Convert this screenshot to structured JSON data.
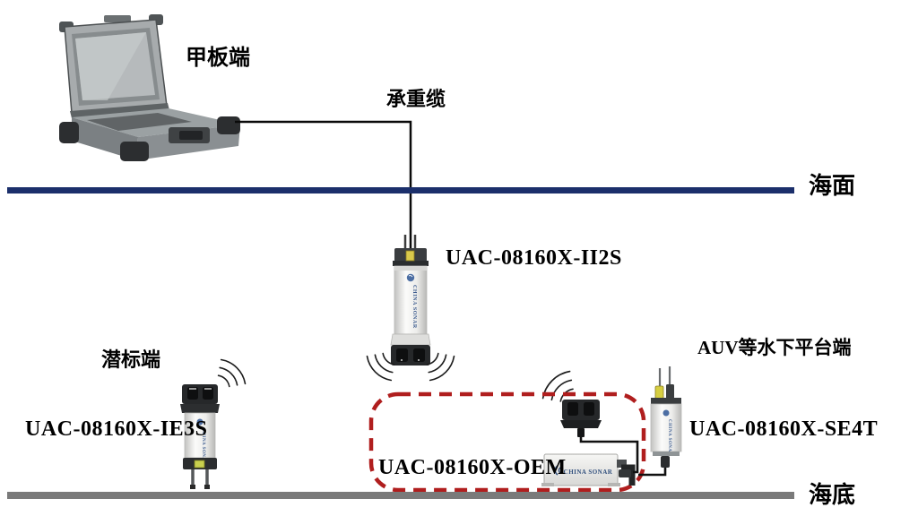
{
  "diagram": {
    "labels": {
      "deck_end": "甲板端",
      "load_bearing_cable": "承重缆",
      "sea_surface": "海面",
      "seabed": "海底",
      "buoy_end": "潜标端",
      "auv_platform_end": "AUV等水下平台端"
    },
    "devices": {
      "surface_modem": {
        "model": "UAC-08160X-II2S",
        "brand": "CHINA SONAR"
      },
      "buoy_modem": {
        "model": "UAC-08160X-IE3S",
        "brand": "CHINA SONAR"
      },
      "auv_modem": {
        "model": "UAC-08160X-SE4T",
        "brand": "CHINA SONAR"
      },
      "oem_module": {
        "model": "UAC-08160X-OEM",
        "brand": "CHINA SONAR"
      }
    },
    "colors": {
      "sea_surface_line": "#1b2f6b",
      "seabed_line": "#7a7a7a",
      "oem_boundary": "#b01e1e",
      "cable": "#0a0a0a"
    }
  }
}
